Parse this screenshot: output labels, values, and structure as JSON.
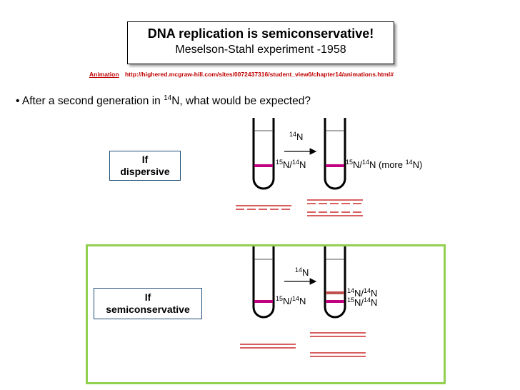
{
  "slide": {
    "title": "DNA replication is semiconservative!",
    "subtitle": "Meselson-Stahl experiment -1958",
    "animation_label": "Animation",
    "animation_url": "http://highered.mcgraw-hill.com/sites/0072437316/student_view0/chapter14/animations.html#",
    "question_prefix": "• After a second generation in ",
    "question_iso": "14",
    "question_suffix": "N, what would be expected?"
  },
  "dispersive": {
    "label_line1": "If",
    "label_line2": "dispersive",
    "arrow_iso": "14",
    "arrow_el": "N",
    "tube1_iso_a": "15",
    "tube1_mid": "N/",
    "tube1_iso_b": "14",
    "tube1_el": "N",
    "tube2_iso_a": "15",
    "tube2_mid": "N/",
    "tube2_iso_b": "14",
    "tube2_tail": "N (more ",
    "tube2_iso_c": "14",
    "tube2_end": "N)"
  },
  "semiconservative": {
    "label_line1": "If",
    "label_line2": "semiconservative",
    "arrow_iso": "14",
    "arrow_el": "N",
    "tube1_iso_a": "15",
    "tube1_mid": "N/",
    "tube1_iso_b": "14",
    "tube1_el": "N",
    "tube2_top_iso_a": "14",
    "tube2_top_mid": "N/",
    "tube2_top_iso_b": "14",
    "tube2_top_el": "N",
    "tube2_bot_iso_a": "15",
    "tube2_bot_mid": "N/",
    "tube2_bot_iso_b": "14",
    "tube2_bot_el": "N"
  },
  "colors": {
    "band": "#c0007f",
    "light_band": "#c0504d",
    "dna_strand": "#c00000",
    "green_frame": "#92d050",
    "label_border": "#1f4e79"
  }
}
